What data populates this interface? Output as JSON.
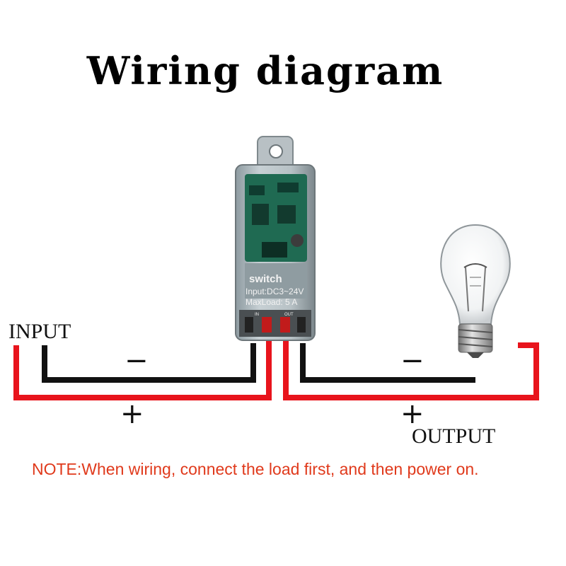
{
  "title": "Wiring diagram",
  "device": {
    "name": "switch",
    "input": "Input:DC3~24V",
    "max_load": "MaxLoad: 5 A",
    "terminal_in": "IN",
    "terminal_out": "OUT"
  },
  "labels": {
    "input": "INPUT",
    "output": "OUTPUT",
    "minus": "−",
    "plus": "+"
  },
  "note": "NOTE:When wiring, connect the load first, and then power on.",
  "colors": {
    "positive_wire": "#e8141c",
    "negative_wire": "#111111",
    "note": "#e03a1c"
  }
}
